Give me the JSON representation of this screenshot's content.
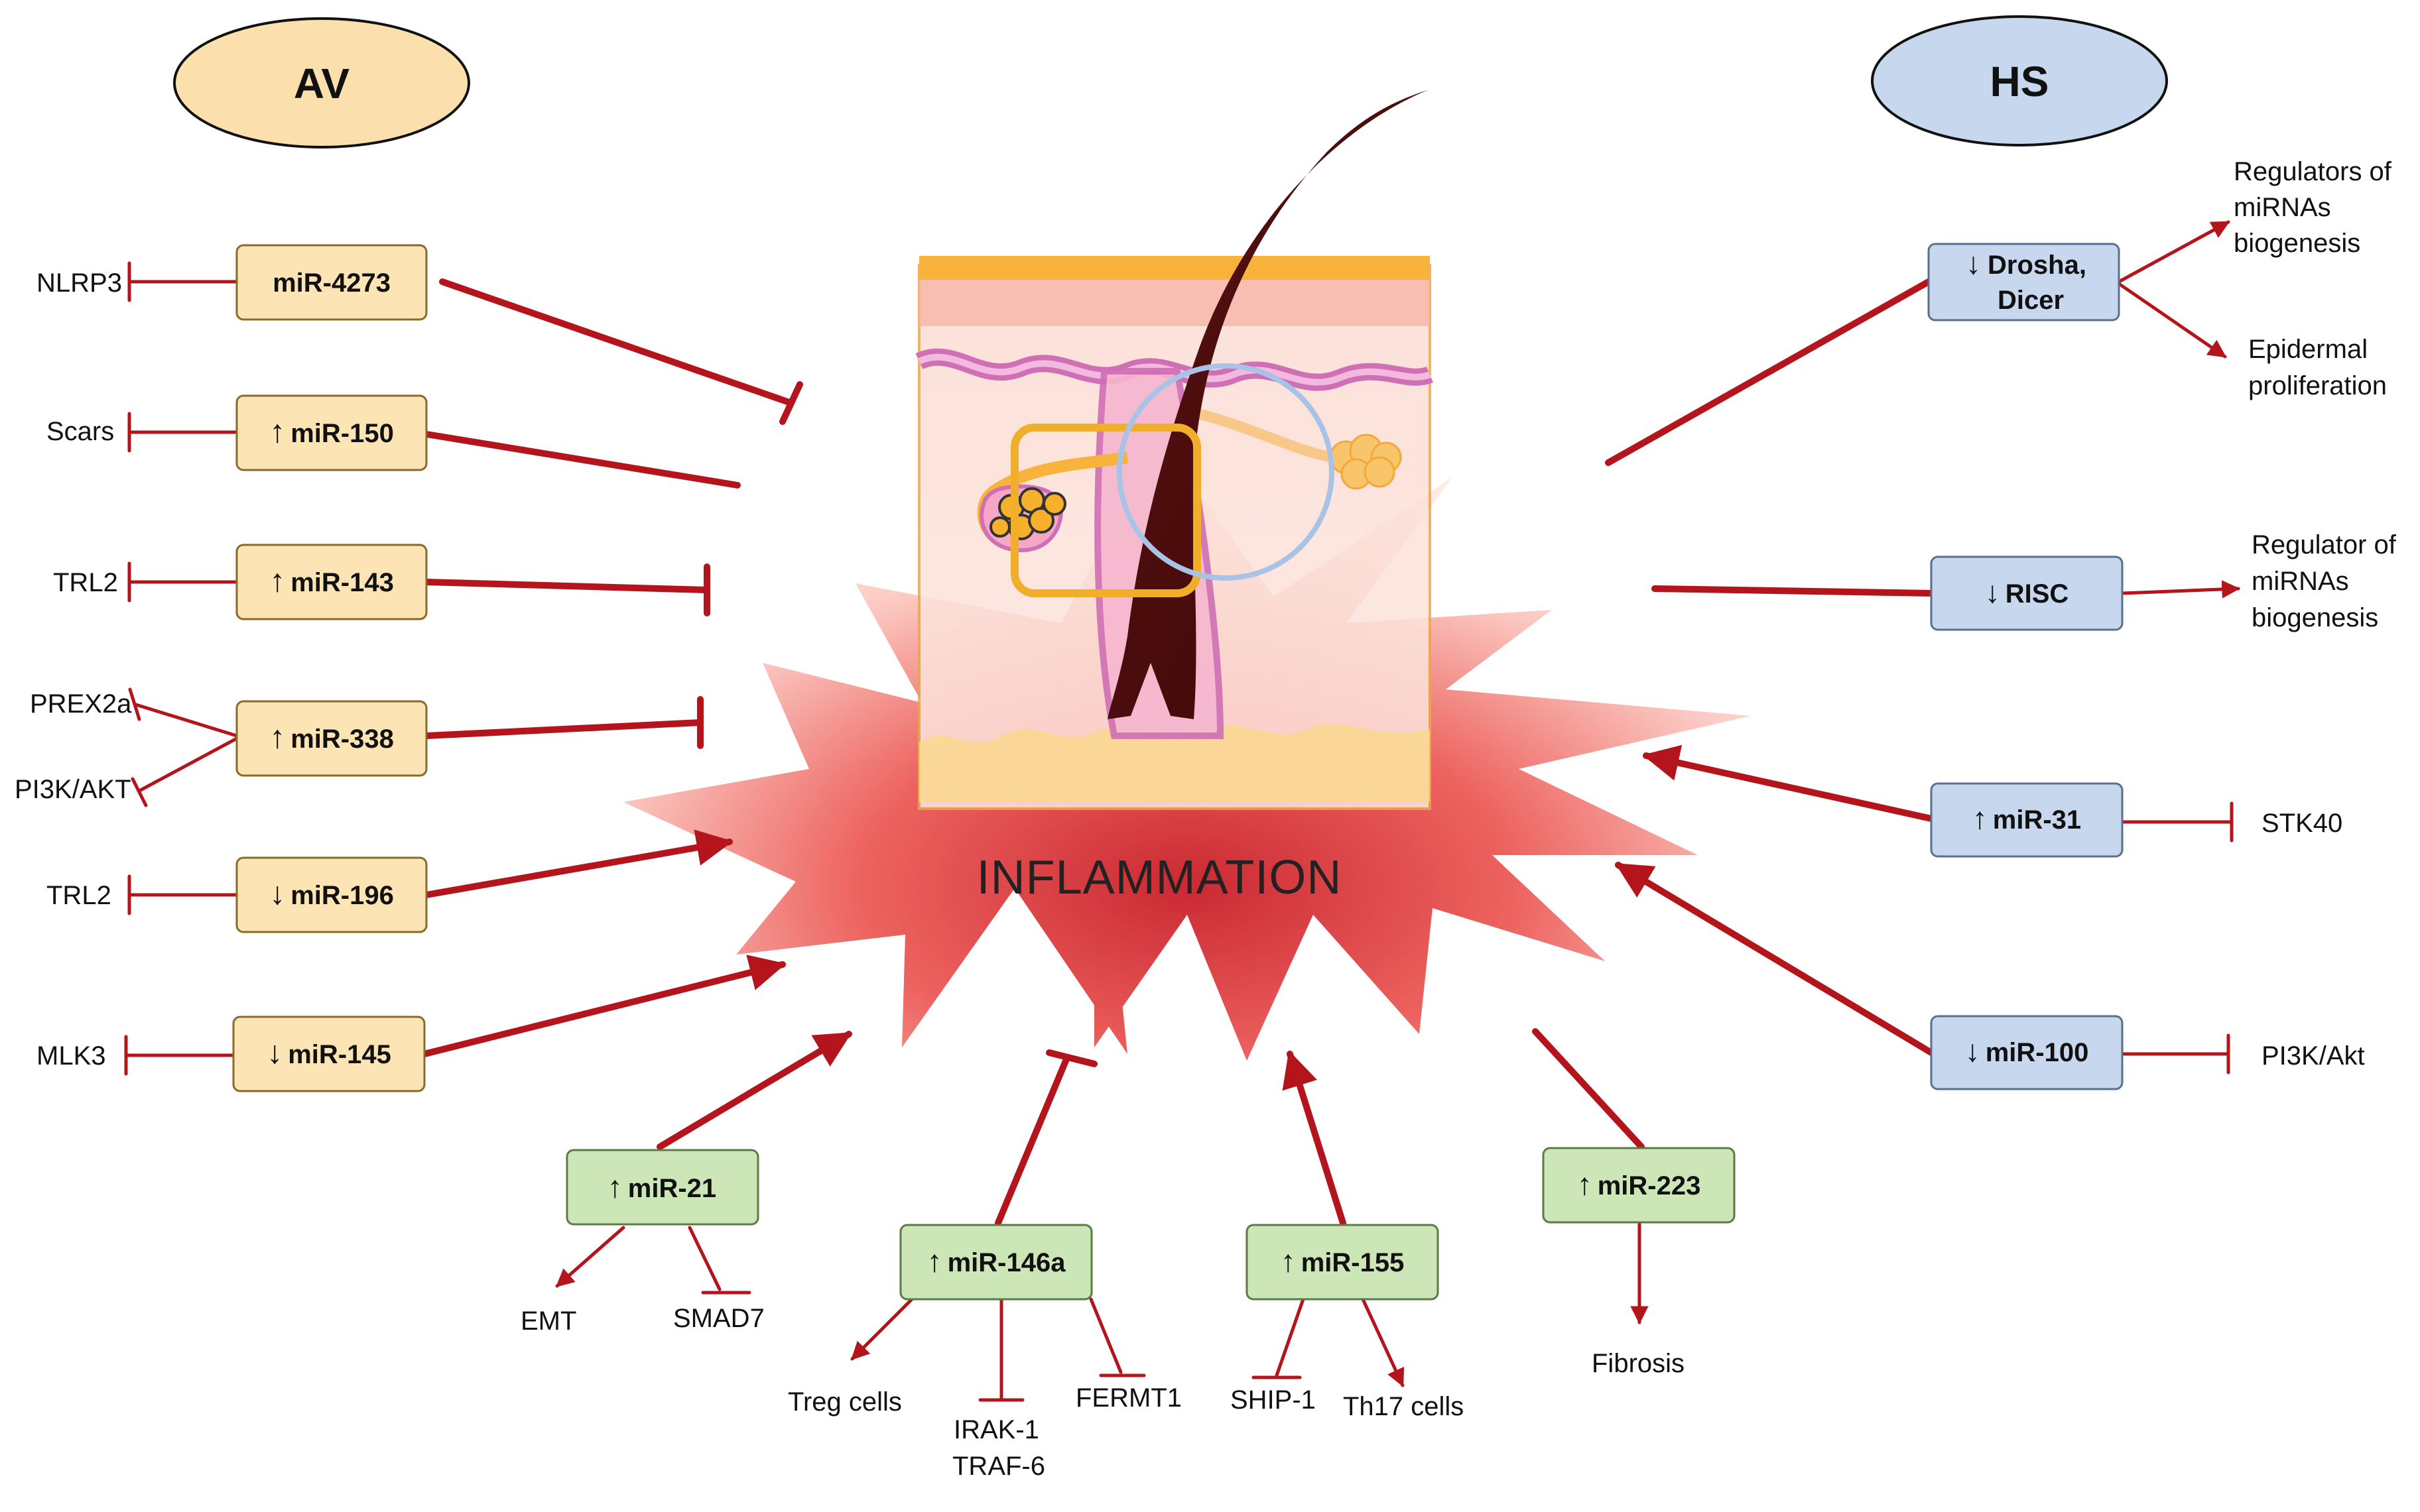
{
  "headers": {
    "av": "AV",
    "hs": "HS"
  },
  "center_label": "INFLAMMATION",
  "av_items": [
    {
      "name": "mir-4273",
      "text": "miR-4273",
      "arrow": "",
      "target": "NLRP3"
    },
    {
      "name": "mir-150",
      "text": "miR-150",
      "arrow": "↑",
      "target": "Scars"
    },
    {
      "name": "mir-143",
      "text": "miR-143",
      "arrow": "↑",
      "target": "TRL2"
    },
    {
      "name": "mir-338",
      "text": "miR-338",
      "arrow": "↑",
      "target_a": "PREX2a",
      "target_b": "PI3K/AKT"
    },
    {
      "name": "mir-196",
      "text": "miR-196",
      "arrow": "↓",
      "target": "TRL2"
    },
    {
      "name": "mir-145",
      "text": "miR-145",
      "arrow": "↓",
      "target": "MLK3"
    }
  ],
  "hs_items": [
    {
      "name": "drosha-dicer",
      "arrow": "↓",
      "line1": "Drosha,",
      "line2": "Dicer",
      "out1": [
        "Regulators of",
        "miRNAs",
        "biogenesis"
      ],
      "out2": [
        "Epidermal",
        "proliferation"
      ]
    },
    {
      "name": "risc",
      "arrow": "↓",
      "text": "RISC",
      "out1": [
        "Regulator of",
        "miRNAs",
        "biogenesis"
      ]
    },
    {
      "name": "mir-31",
      "arrow": "↑",
      "text": "miR-31",
      "target": "STK40"
    },
    {
      "name": "mir-100",
      "arrow": "↓",
      "text": "miR-100",
      "target": "PI3K/Akt"
    }
  ],
  "bottom_items": [
    {
      "name": "mir-21",
      "arrow": "↑",
      "text": "miR-21",
      "out_a": "EMT",
      "out_b": "SMAD7"
    },
    {
      "name": "mir-146a",
      "arrow": "↑",
      "text": "miR-146a",
      "out_a": "Treg cells",
      "out_b1": "IRAK-1",
      "out_b2": "TRAF-6",
      "out_c": "FERMT1"
    },
    {
      "name": "mir-155",
      "arrow": "↑",
      "text": "miR-155",
      "out_a": "SHIP-1",
      "out_b": "Th17 cells"
    },
    {
      "name": "mir-223",
      "arrow": "↑",
      "text": "miR-223",
      "out_a": "Fibrosis"
    }
  ],
  "colors": {
    "av_fill": "#fde4b4",
    "av_stroke": "#8a6a2a",
    "hs_fill": "#c7d8ee",
    "hs_stroke": "#5a6f8f",
    "bottom_fill": "#cce6b8",
    "bottom_stroke": "#5b7a46",
    "line": "#b4141b",
    "header_av": "#fbe0ad",
    "header_hs": "#c7d8ee"
  }
}
